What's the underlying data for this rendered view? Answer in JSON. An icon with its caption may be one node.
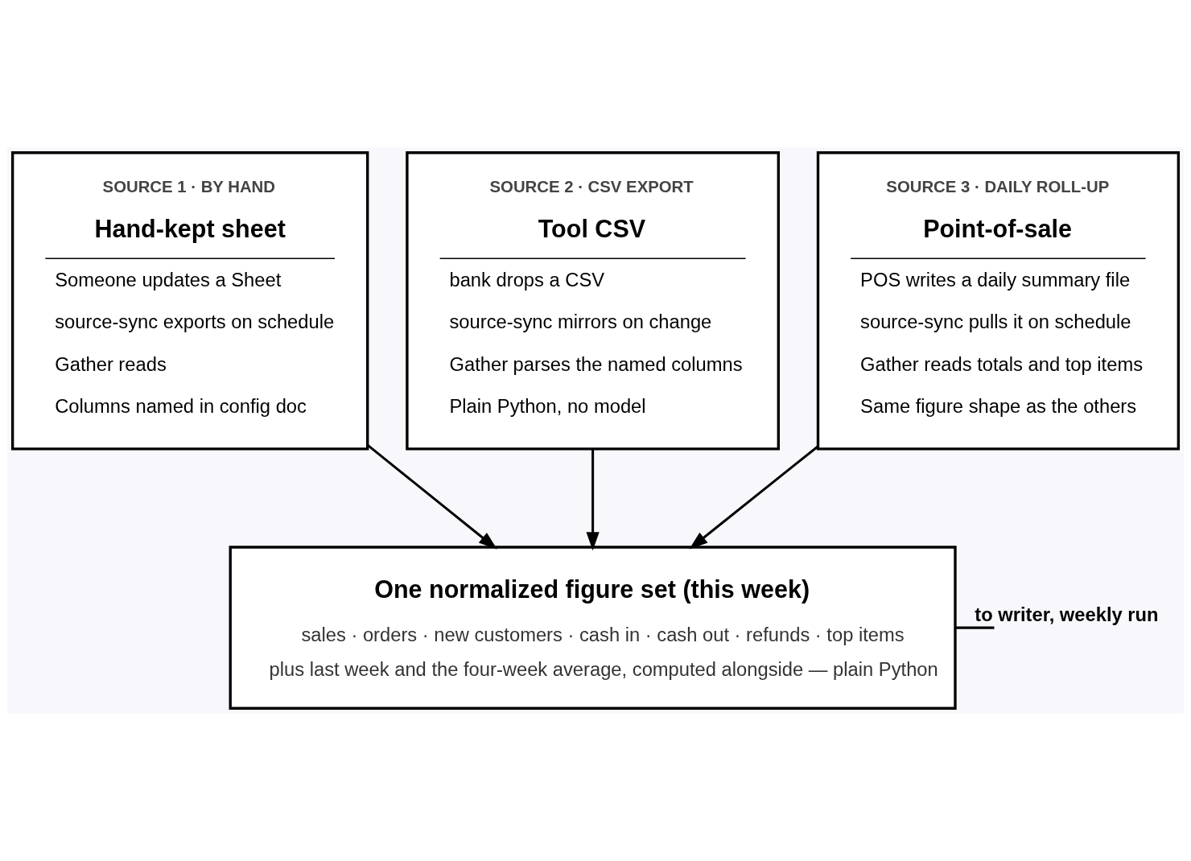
{
  "diagram": {
    "nodes": [
      {
        "text": [
          "SOURCE 1 · BY HAND",
          "Hand-kept sheet",
          "Someone updates a Sheet",
          "source-sync exports on schedule",
          "Gather reads",
          "Columns named in config doc"
        ]
      },
      {
        "text": [
          "SOURCE 2 · CSV EXPORT",
          "Tool CSV",
          "bank drops a CSV",
          "source-sync mirrors on change",
          "Gather parses the named columns",
          "Plain Python, no model"
        ]
      },
      {
        "text": [
          "SOURCE 3 · DAILY ROLL-UP",
          "Point-of-sale",
          "POS writes a daily summary file",
          "source-sync pulls it on schedule",
          "Gather reads totals and top items",
          "Same figure shape as the others"
        ]
      },
      {
        "text": [
          "One normalized figure set (this week)",
          "sales · orders · new customers · cash in · cash out · refunds · top items",
          "plus last week and the four-week average, computed alongside — plain Python"
        ]
      }
    ],
    "edges": [
      {
        "from": 0,
        "to": 3,
        "arrow": "to"
      },
      {
        "from": 1,
        "to": 3,
        "arrow": "to"
      },
      {
        "from": 2,
        "to": 3,
        "arrow": "to"
      },
      {
        "from": 3,
        "to": null,
        "arrow": "none",
        "label": "to writer, weekly run"
      }
    ]
  }
}
